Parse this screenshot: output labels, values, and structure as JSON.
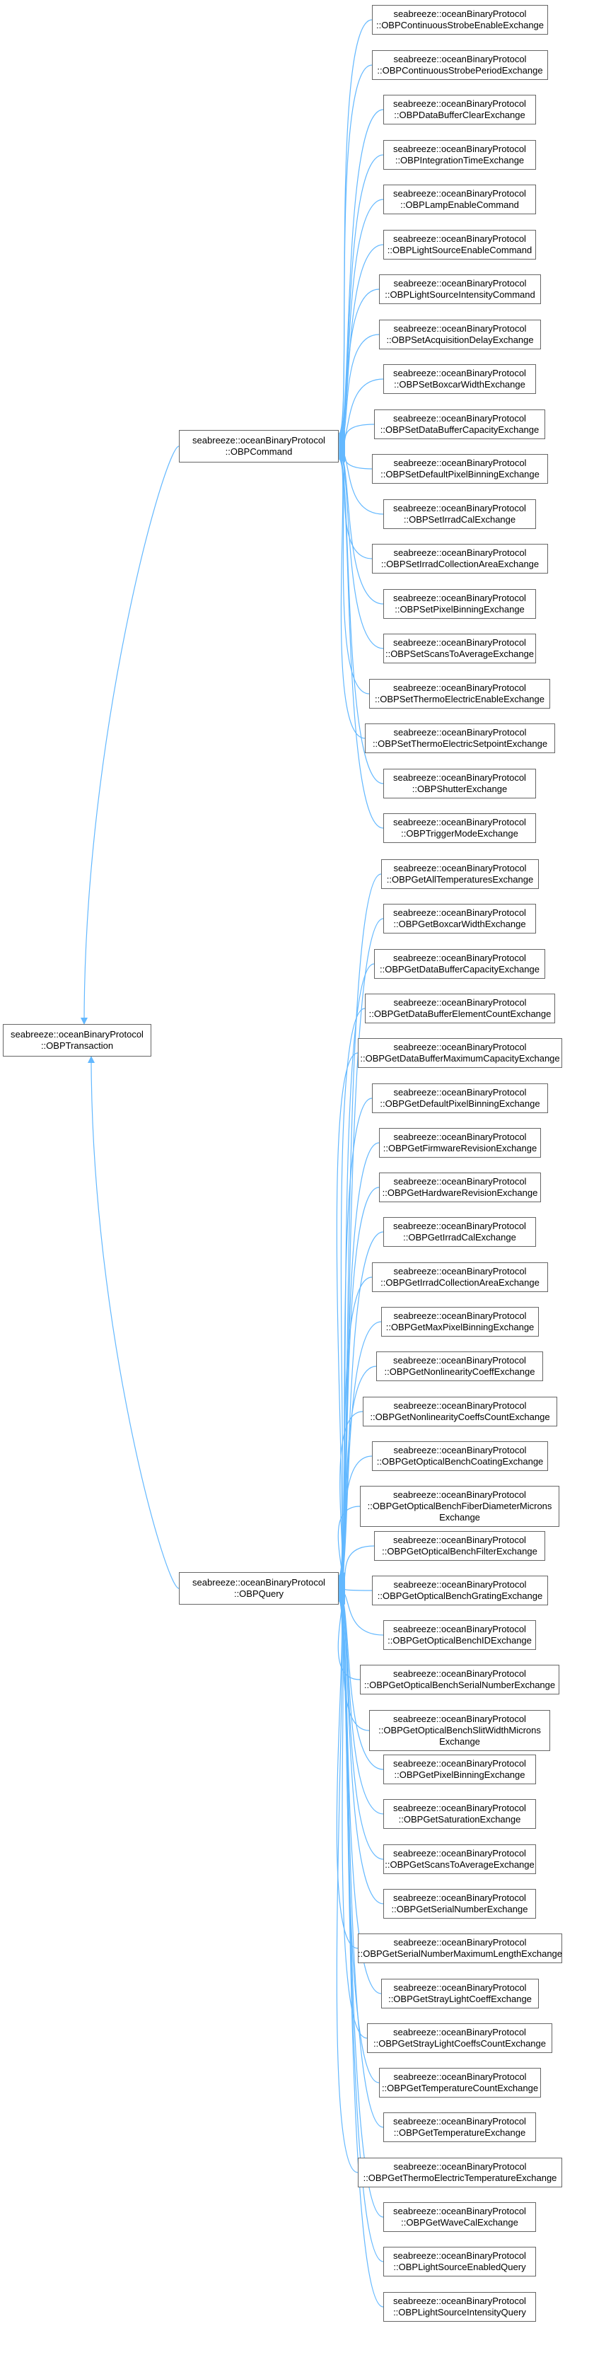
{
  "diagram": {
    "edge_color": "#63b8ff",
    "root": {
      "id": "OBPTransaction",
      "lines": [
        "seabreeze::oceanBinaryProtocol",
        "::OBPTransaction"
      ]
    },
    "groups": [
      {
        "id": "OBPCommand",
        "lines": [
          "seabreeze::oceanBinaryProtocol",
          "::OBPCommand"
        ],
        "children": [
          [
            "seabreeze::oceanBinaryProtocol",
            "::OBPContinuousStrobeEnableExchange"
          ],
          [
            "seabreeze::oceanBinaryProtocol",
            "::OBPContinuousStrobePeriodExchange"
          ],
          [
            "seabreeze::oceanBinaryProtocol",
            "::OBPDataBufferClearExchange"
          ],
          [
            "seabreeze::oceanBinaryProtocol",
            "::OBPIntegrationTimeExchange"
          ],
          [
            "seabreeze::oceanBinaryProtocol",
            "::OBPLampEnableCommand"
          ],
          [
            "seabreeze::oceanBinaryProtocol",
            "::OBPLightSourceEnableCommand"
          ],
          [
            "seabreeze::oceanBinaryProtocol",
            "::OBPLightSourceIntensityCommand"
          ],
          [
            "seabreeze::oceanBinaryProtocol",
            "::OBPSetAcquisitionDelayExchange"
          ],
          [
            "seabreeze::oceanBinaryProtocol",
            "::OBPSetBoxcarWidthExchange"
          ],
          [
            "seabreeze::oceanBinaryProtocol",
            "::OBPSetDataBufferCapacityExchange"
          ],
          [
            "seabreeze::oceanBinaryProtocol",
            "::OBPSetDefaultPixelBinningExchange"
          ],
          [
            "seabreeze::oceanBinaryProtocol",
            "::OBPSetIrradCalExchange"
          ],
          [
            "seabreeze::oceanBinaryProtocol",
            "::OBPSetIrradCollectionAreaExchange"
          ],
          [
            "seabreeze::oceanBinaryProtocol",
            "::OBPSetPixelBinningExchange"
          ],
          [
            "seabreeze::oceanBinaryProtocol",
            "::OBPSetScansToAverageExchange"
          ],
          [
            "seabreeze::oceanBinaryProtocol",
            "::OBPSetThermoElectricEnableExchange"
          ],
          [
            "seabreeze::oceanBinaryProtocol",
            "::OBPSetThermoElectricSetpointExchange"
          ],
          [
            "seabreeze::oceanBinaryProtocol",
            "::OBPShutterExchange"
          ],
          [
            "seabreeze::oceanBinaryProtocol",
            "::OBPTriggerModeExchange"
          ]
        ]
      },
      {
        "id": "OBPQuery",
        "lines": [
          "seabreeze::oceanBinaryProtocol",
          "::OBPQuery"
        ],
        "children": [
          [
            "seabreeze::oceanBinaryProtocol",
            "::OBPGetAllTemperaturesExchange"
          ],
          [
            "seabreeze::oceanBinaryProtocol",
            "::OBPGetBoxcarWidthExchange"
          ],
          [
            "seabreeze::oceanBinaryProtocol",
            "::OBPGetDataBufferCapacityExchange"
          ],
          [
            "seabreeze::oceanBinaryProtocol",
            "::OBPGetDataBufferElementCountExchange"
          ],
          [
            "seabreeze::oceanBinaryProtocol",
            "::OBPGetDataBufferMaximumCapacityExchange"
          ],
          [
            "seabreeze::oceanBinaryProtocol",
            "::OBPGetDefaultPixelBinningExchange"
          ],
          [
            "seabreeze::oceanBinaryProtocol",
            "::OBPGetFirmwareRevisionExchange"
          ],
          [
            "seabreeze::oceanBinaryProtocol",
            "::OBPGetHardwareRevisionExchange"
          ],
          [
            "seabreeze::oceanBinaryProtocol",
            "::OBPGetIrradCalExchange"
          ],
          [
            "seabreeze::oceanBinaryProtocol",
            "::OBPGetIrradCollectionAreaExchange"
          ],
          [
            "seabreeze::oceanBinaryProtocol",
            "::OBPGetMaxPixelBinningExchange"
          ],
          [
            "seabreeze::oceanBinaryProtocol",
            "::OBPGetNonlinearityCoeffExchange"
          ],
          [
            "seabreeze::oceanBinaryProtocol",
            "::OBPGetNonlinearityCoeffsCountExchange"
          ],
          [
            "seabreeze::oceanBinaryProtocol",
            "::OBPGetOpticalBenchCoatingExchange"
          ],
          [
            "seabreeze::oceanBinaryProtocol",
            "::OBPGetOpticalBenchFiberDiameterMicrons",
            "Exchange"
          ],
          [
            "seabreeze::oceanBinaryProtocol",
            "::OBPGetOpticalBenchFilterExchange"
          ],
          [
            "seabreeze::oceanBinaryProtocol",
            "::OBPGetOpticalBenchGratingExchange"
          ],
          [
            "seabreeze::oceanBinaryProtocol",
            "::OBPGetOpticalBenchIDExchange"
          ],
          [
            "seabreeze::oceanBinaryProtocol",
            "::OBPGetOpticalBenchSerialNumberExchange"
          ],
          [
            "seabreeze::oceanBinaryProtocol",
            "::OBPGetOpticalBenchSlitWidthMicrons",
            "Exchange"
          ],
          [
            "seabreeze::oceanBinaryProtocol",
            "::OBPGetPixelBinningExchange"
          ],
          [
            "seabreeze::oceanBinaryProtocol",
            "::OBPGetSaturationExchange"
          ],
          [
            "seabreeze::oceanBinaryProtocol",
            "::OBPGetScansToAverageExchange"
          ],
          [
            "seabreeze::oceanBinaryProtocol",
            "::OBPGetSerialNumberExchange"
          ],
          [
            "seabreeze::oceanBinaryProtocol",
            "::OBPGetSerialNumberMaximumLengthExchange"
          ],
          [
            "seabreeze::oceanBinaryProtocol",
            "::OBPGetStrayLightCoeffExchange"
          ],
          [
            "seabreeze::oceanBinaryProtocol",
            "::OBPGetStrayLightCoeffsCountExchange"
          ],
          [
            "seabreeze::oceanBinaryProtocol",
            "::OBPGetTemperatureCountExchange"
          ],
          [
            "seabreeze::oceanBinaryProtocol",
            "::OBPGetTemperatureExchange"
          ],
          [
            "seabreeze::oceanBinaryProtocol",
            "::OBPGetThermoElectricTemperatureExchange"
          ],
          [
            "seabreeze::oceanBinaryProtocol",
            "::OBPGetWaveCalExchange"
          ],
          [
            "seabreeze::oceanBinaryProtocol",
            "::OBPLightSourceEnabledQuery"
          ],
          [
            "seabreeze::oceanBinaryProtocol",
            "::OBPLightSourceIntensityQuery"
          ]
        ]
      }
    ]
  }
}
